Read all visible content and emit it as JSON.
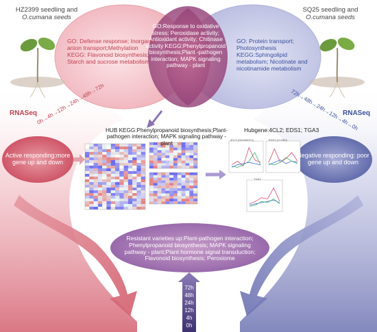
{
  "titles": {
    "left_line1": "HZ2399 seedling and",
    "left_line2": "O.cumana seeds",
    "right_line1": "SQ25 seedling and",
    "right_line2": "O.cumana seeds"
  },
  "venn": {
    "left": "GO: Defense response; Inorganic anion transport;Methylation KEGG: Flavonoid biosynthesis; Starch and sucrose metabolism",
    "middle": "GO:Response to oxidative stress; Peroxidase activity; Antioxidant activity; Chitinase activity KEGG:Phenylpropanoid biosynthesis;Plant -pathogen interaction; MAPK signaling pathway - plant",
    "right": "GO: Protein transport; Photosynthesis KEGG:Sphingolipid metabolism; Nicotinate and nicotinamide metabolism"
  },
  "rnaseq": {
    "left_label": "RNASeq",
    "right_label": "RNASeq",
    "left_times": "0h→4h→12h→24h→48h→72h",
    "right_times": "72h→48h→24h→12h→4h→0h"
  },
  "responses": {
    "active": "Active responding:more gene up and down",
    "negative": "Negative responding: poor gene up and down"
  },
  "hub": {
    "text": "HUB KEGG:Phenylpropanoid biosynthesis;Plant-pathogen interaction; MAPK signaling pathway - plant",
    "hubgene": "Hubgene:4CL2; EDS1; TGA3",
    "mini_titles": [
      "4CL2 (Gh2000371)",
      "EDS1 (CLSB3)",
      "TGA3"
    ]
  },
  "resistant": "Resistant varieties up:Plant-pathogen interaction; Phenylpropanoid biosynthesis; MAPK signaling pathway - plant;Plant hormone signal transduction; Flavonoid biosynthesis; Peroxiome",
  "timeline": [
    "72h",
    "48h",
    "24h",
    "12h",
    "4h",
    "0h"
  ],
  "colors": {
    "resistant": "#c9485b",
    "susceptible": "#5560a4",
    "arrow_gradient_top": "#7f6aa8",
    "arrow_gradient_bottom": "#4d3d7e"
  }
}
